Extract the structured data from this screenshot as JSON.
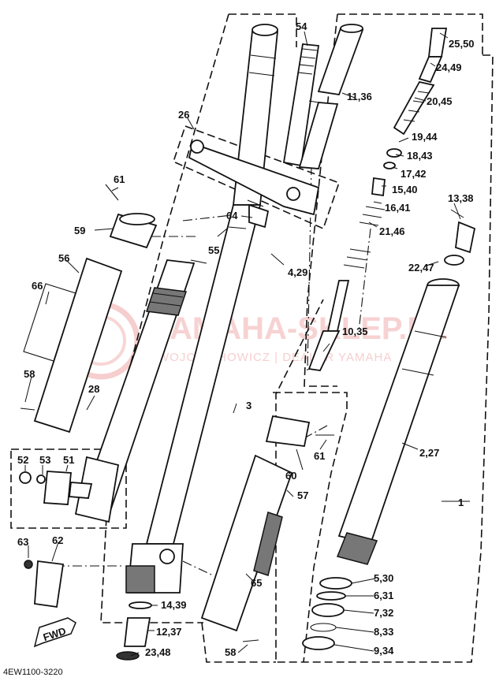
{
  "diagram": {
    "drawing_code": "4EW1100-3220",
    "watermark": {
      "title": "YAMAHA-SKLEP.PL",
      "subtitle": "WOJCIECHOWICZ | DEALER YAMAHA"
    },
    "fwd_badge": "FWD",
    "callouts": [
      {
        "id": "54",
        "text": "54"
      },
      {
        "id": "25-50",
        "text": "25,50"
      },
      {
        "id": "24-49",
        "text": "24,49"
      },
      {
        "id": "11-36",
        "text": "11,36"
      },
      {
        "id": "20-45",
        "text": "20,45"
      },
      {
        "id": "26",
        "text": "26"
      },
      {
        "id": "19-44",
        "text": "19,44"
      },
      {
        "id": "18-43",
        "text": "18,43"
      },
      {
        "id": "17-42",
        "text": "17,42"
      },
      {
        "id": "15-40",
        "text": "15,40"
      },
      {
        "id": "13-38",
        "text": "13,38"
      },
      {
        "id": "61-top",
        "text": "61"
      },
      {
        "id": "16-41",
        "text": "16,41"
      },
      {
        "id": "64",
        "text": "64"
      },
      {
        "id": "21-46",
        "text": "21,46"
      },
      {
        "id": "59",
        "text": "59"
      },
      {
        "id": "55",
        "text": "55"
      },
      {
        "id": "56",
        "text": "56"
      },
      {
        "id": "22-47",
        "text": "22,47"
      },
      {
        "id": "4-29",
        "text": "4,29"
      },
      {
        "id": "66",
        "text": "66"
      },
      {
        "id": "10-35",
        "text": "10,35"
      },
      {
        "id": "58-left",
        "text": "58"
      },
      {
        "id": "28",
        "text": "28"
      },
      {
        "id": "3",
        "text": "3"
      },
      {
        "id": "2-27",
        "text": "2,27"
      },
      {
        "id": "52",
        "text": "52"
      },
      {
        "id": "53",
        "text": "53"
      },
      {
        "id": "51",
        "text": "51"
      },
      {
        "id": "61-mid",
        "text": "61"
      },
      {
        "id": "60",
        "text": "60"
      },
      {
        "id": "57",
        "text": "57"
      },
      {
        "id": "1",
        "text": "1"
      },
      {
        "id": "63",
        "text": "63"
      },
      {
        "id": "62",
        "text": "62"
      },
      {
        "id": "5-30",
        "text": "5,30"
      },
      {
        "id": "65",
        "text": "65"
      },
      {
        "id": "6-31",
        "text": "6,31"
      },
      {
        "id": "14-39",
        "text": "14,39"
      },
      {
        "id": "7-32",
        "text": "7,32"
      },
      {
        "id": "12-37",
        "text": "12,37"
      },
      {
        "id": "8-33",
        "text": "8,33"
      },
      {
        "id": "58-bottom",
        "text": "58"
      },
      {
        "id": "23-48",
        "text": "23,48"
      },
      {
        "id": "9-34",
        "text": "9,34"
      }
    ]
  }
}
